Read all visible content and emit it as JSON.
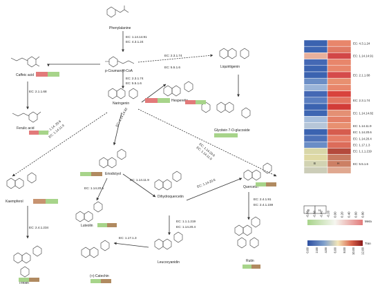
{
  "compounds": {
    "phenylalanine": "Phenylalanine",
    "coumaroyl": "p-Coumaroyl-CoA",
    "caffeic": "Caffeic acid",
    "ferulic": "Ferulic acid",
    "naringenin": "Naringenin",
    "hesperetin": "Hesperetin",
    "liquiritigenin": "Liquiritigenin",
    "glycitein": "Glycitein 7-O-glucoside",
    "eriodictyol": "Eriodictyol",
    "kaempferol": "Kaempferol",
    "luteolin": "Luteolin",
    "dihydroquercetin": "Dihydroquercetin",
    "quercetin": "Quercetin",
    "trifolin": "Trifolin",
    "catechin": "(+)-Catechin",
    "leucocyanidin": "Leucocyanidin",
    "rutin": "Rutin"
  },
  "ec": {
    "phe_top": "EC: 1.14.14.91",
    "phe_bot": "EC: 4.3.1.24",
    "liq_top": "EC: 2.3.1.74",
    "liq_bot": "EC: 5.5.1.6",
    "caf": "EC: 2.1.1.68",
    "nar_top": "EC: 2.3.1.74",
    "nar_bot": "EC: 5.5.1.6",
    "kae_a": "EC: 1.14. 20.6",
    "kae_b": "EC: 1.14.11.9",
    "eri": "EC: 1.14.14.82",
    "que_a": "EC: 1.14.20.6",
    "que_b": "EC: 1.14.11.9",
    "eri_dhq": "EC: 1.14.11.9",
    "eri_lut": "EC: 1.14.20.5",
    "dhq_que": "EC: 1.14.20.6",
    "que_rut_a": "EC: 2.4.1.91",
    "que_rut_b": "EC: 2.4.1.159",
    "kae_tri": "EC: 2.4.1.234",
    "dhq_leu_a": "EC: 1.1.1.219",
    "dhq_leu_b": "EC: 1.14.20.4",
    "leu_cat": "EC: 1.17.1.3"
  },
  "heatmap": {
    "col_b": "B",
    "col_h": "H",
    "rows": [
      {
        "label": "EC: 4.3.1.24",
        "b": "#3b63b0",
        "h": "#e8866b"
      },
      {
        "label": "",
        "b": "#3d65b2",
        "h": "#e07a64"
      },
      {
        "label": "EC: 1.14.14.91",
        "b": "#e8b09c",
        "h": "#d24747"
      },
      {
        "label": "",
        "b": "#4468b4",
        "h": "#e8866b"
      },
      {
        "label": "",
        "b": "#3b63b0",
        "h": "#e8866b"
      },
      {
        "label": "EC: 2.1.1.68",
        "b": "#3b63b0",
        "h": "#d54a4a"
      },
      {
        "label": "",
        "b": "#6b8ec6",
        "h": "#e89070"
      },
      {
        "label": "",
        "b": "#9ab4d8",
        "h": "#e8866b"
      },
      {
        "label": "",
        "b": "#4468b4",
        "h": "#d9423c"
      },
      {
        "label": "EC: 2.3.1.74",
        "b": "#5a7ec0",
        "h": "#e27460"
      },
      {
        "label": "",
        "b": "#3b63b0",
        "h": "#d23c38"
      },
      {
        "label": "EC: 1.14.14.82",
        "b": "#3e66b2",
        "h": "#e49074"
      },
      {
        "label": "",
        "b": "#a8bfdc",
        "h": "#e48068"
      },
      {
        "label": "EC: 1.14.11.9",
        "b": "#b6c6d8",
        "h": "#e89070"
      },
      {
        "label": "EC: 1.14.20.6",
        "b": "#3b63b0",
        "h": "#d65c4e"
      },
      {
        "label": "EC: 1.14.20.4",
        "b": "#4d71b8",
        "h": "#e57c66"
      },
      {
        "label": "EC: 1.17.1.3",
        "b": "#6a8dc6",
        "h": "#dc6c5a"
      },
      {
        "label": "EC: 1.1.1.219",
        "b": "#d9d7a8",
        "h": "#b44a3c"
      },
      {
        "label": "",
        "b": "#dfd9a4",
        "h": "#c87a60"
      },
      {
        "label": "EC: 5.5.1.6",
        "b": "#d2d3b2",
        "h": "#cc7f64"
      },
      {
        "label": "",
        "b": "#cccdb8",
        "h": "#e0a890"
      }
    ]
  },
  "legend": {
    "b": "B",
    "h": "H",
    "meta_label": "Meta",
    "meta_ticks": [
      "-0.80",
      "-0.60",
      "-0.40",
      "-0.20",
      "0.00",
      "0.20",
      "0.40",
      "0.60",
      "0.80"
    ],
    "tran_label": "Tran",
    "tran_ticks": [
      "0.00",
      "2.00",
      "4.00",
      "6.00",
      "8.00",
      "10.00",
      "12.00"
    ]
  },
  "colors": {
    "meta_green": "#a7d48a",
    "meta_red": "#e27a7a",
    "meta_brown": "#b08a60",
    "heat_blue": "#3b63b0",
    "heat_red": "#d24747"
  }
}
